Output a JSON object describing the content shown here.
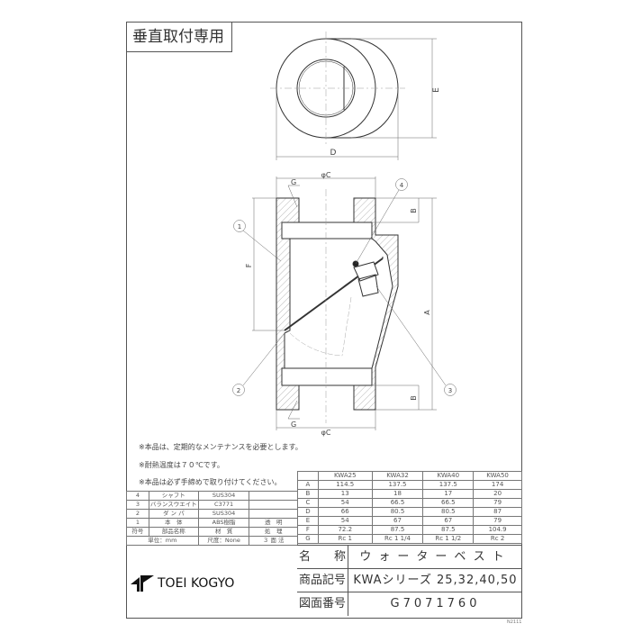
{
  "header": {
    "title": "垂直取付専用"
  },
  "drawing": {
    "dim_labels": {
      "D": "D",
      "E": "E",
      "phiC_top": "φC",
      "phiC_bottom": "φC",
      "G_top": "G",
      "G_bottom": "G",
      "B_top": "B",
      "B_bottom": "B",
      "F": "F",
      "A": "A"
    },
    "balloons": [
      "1",
      "2",
      "3",
      "4"
    ]
  },
  "notes": [
    "※本品は、定期的なメンテナンスを必要とします。",
    "※耐熱温度は７０℃です。",
    "※本品は必ず手締めで取り付けてください。"
  ],
  "parts_table": {
    "rows": [
      [
        "4",
        "シャフト",
        "SUS304",
        ""
      ],
      [
        "3",
        "バランスウエイト",
        "C3771",
        ""
      ],
      [
        "2",
        "ダ ン パ",
        "SUS304",
        ""
      ],
      [
        "1",
        "本　体",
        "ABS樹脂",
        "透　明"
      ],
      [
        "符号",
        "部品名称",
        "材　質",
        "処　理"
      ]
    ],
    "footer": [
      "単位：mm",
      "尺度：None",
      "３ 面 法"
    ]
  },
  "spec_table": {
    "columns": [
      "",
      "KWA25",
      "KWA32",
      "KWA40",
      "KWA50"
    ],
    "rows": [
      [
        "A",
        "114.5",
        "137.5",
        "137.5",
        "174"
      ],
      [
        "B",
        "13",
        "18",
        "17",
        "20"
      ],
      [
        "C",
        "54",
        "66.5",
        "66.5",
        "79"
      ],
      [
        "D",
        "66",
        "80.5",
        "80.5",
        "87"
      ],
      [
        "E",
        "54",
        "67",
        "67",
        "79"
      ],
      [
        "F",
        "72.2",
        "87.5",
        "87.5",
        "104.9"
      ],
      [
        "G",
        "Rc 1",
        "Rc 1 1/4",
        "Rc 1 1/2",
        "Rc 2"
      ]
    ]
  },
  "title_block": {
    "name_label": "名　　称",
    "name_value": "ウォーターベスト",
    "product_label": "商品記号",
    "product_value": "KWAシリーズ 25,32,40,50",
    "drawing_label": "図面番号",
    "drawing_value": "G7071760"
  },
  "logo": {
    "text": "TOEI KOGYO"
  },
  "corner_code": "N2111"
}
